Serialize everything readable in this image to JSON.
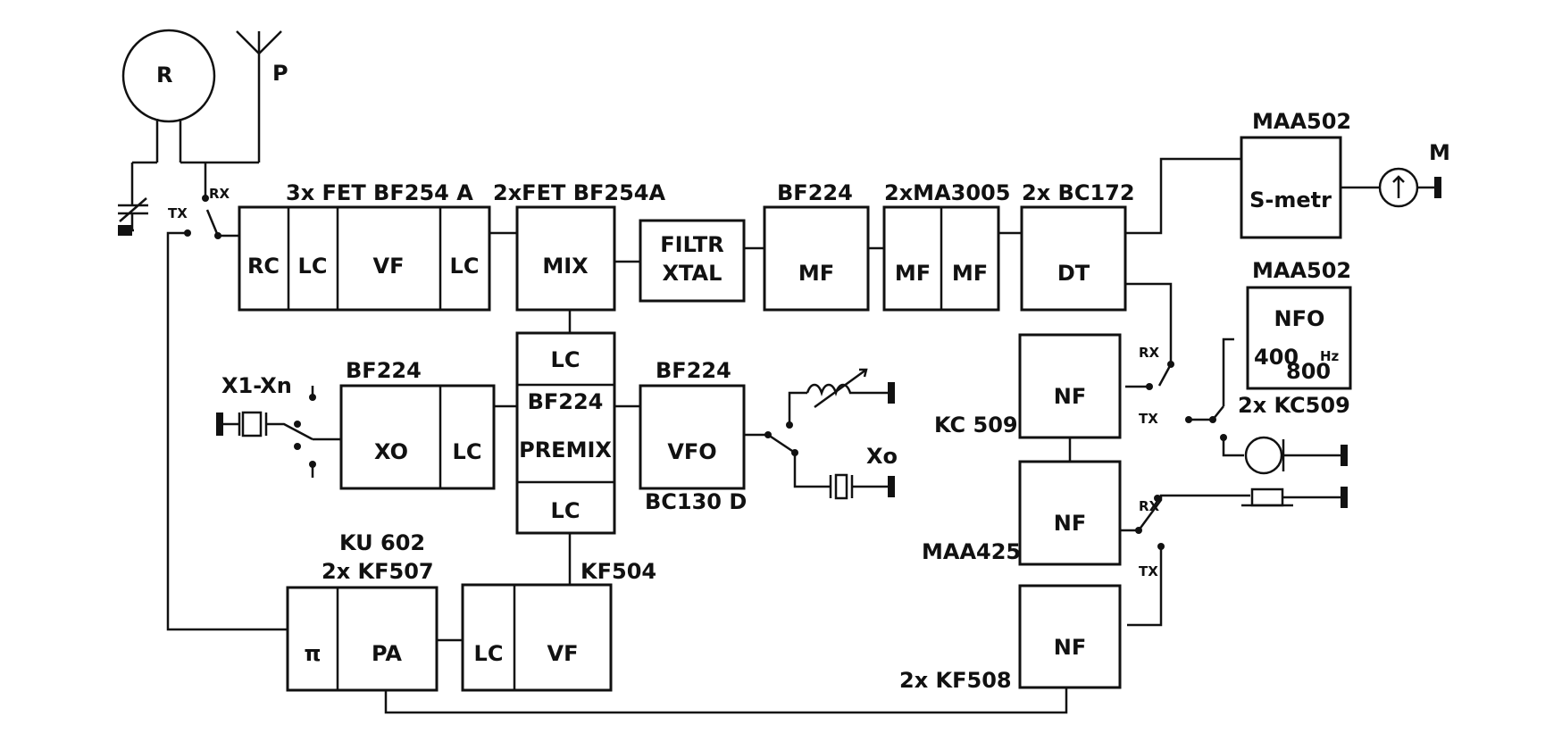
{
  "antennas": {
    "loop": "R",
    "whip": "P"
  },
  "switch_labels": {
    "rx": "RX",
    "tx": "TX"
  },
  "input_chain": {
    "label": "3x FET BF254 A",
    "cells": [
      "RC",
      "LC",
      "VF",
      "LC"
    ]
  },
  "mix": {
    "label": "2xFET BF254A",
    "name": "MIX"
  },
  "filter": {
    "line1": "FILTR",
    "line2": "XTAL"
  },
  "mf1": {
    "label": "BF224",
    "name": "MF"
  },
  "mf2": {
    "label": "2xMA3005",
    "cells": [
      "MF",
      "MF"
    ]
  },
  "dt": {
    "label": "2x BC172",
    "name": "DT"
  },
  "smeter": {
    "label": "MAA502",
    "name": "S-metr",
    "meter": "M"
  },
  "nfo": {
    "label": "MAA502",
    "name": "NFO",
    "f1": "400",
    "unit": "Hz",
    "f2": "800",
    "sub": "2x KC509"
  },
  "crystals": {
    "label": "X1-Xn"
  },
  "xo": {
    "label": "BF224",
    "cells": [
      "XO",
      "LC"
    ]
  },
  "premix": {
    "top": "LC",
    "device": "BF224",
    "name": "PREMIX",
    "bottom": "LC"
  },
  "vfo": {
    "label": "BF224",
    "name": "VFO",
    "sub": "BC130 D",
    "crystal": "Xo"
  },
  "nf1": {
    "label": "KC 509",
    "name": "NF"
  },
  "nf2": {
    "label": "MAA425",
    "name": "NF"
  },
  "nf3": {
    "label": "2x KF508",
    "name": "NF"
  },
  "pa": {
    "label1": "KU 602",
    "label2": "2x KF507",
    "cells": [
      "π",
      "PA"
    ]
  },
  "driver": {
    "label": "KF504",
    "cells": [
      "LC",
      "VF"
    ]
  }
}
